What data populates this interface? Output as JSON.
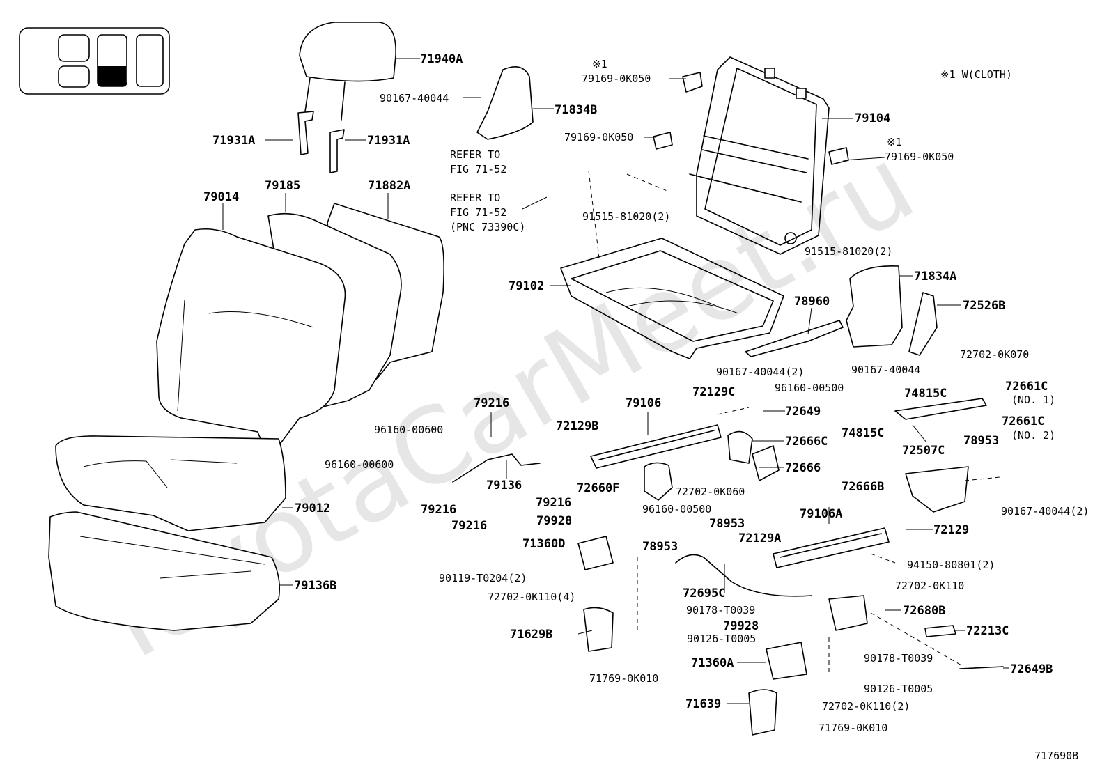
{
  "diagram": {
    "figure_code": "717690B",
    "footnote": "※1 W(CLOTH)",
    "watermark": "ToyotaCarMeet.ru",
    "labels": [
      {
        "text": "71940A"
      },
      {
        "text": "90167-40044"
      },
      {
        "text": "71834B"
      },
      {
        "text": "71931A"
      },
      {
        "text": "71931A"
      },
      {
        "text": "REFER TO"
      },
      {
        "text": "FIG 71-52"
      },
      {
        "text": "REFER TO"
      },
      {
        "text": "FIG 71-52"
      },
      {
        "text": "(PNC 73390C)"
      },
      {
        "text": "79014"
      },
      {
        "text": "79185"
      },
      {
        "text": "71882A"
      },
      {
        "text": "※1"
      },
      {
        "text": "79169-0K050"
      },
      {
        "text": "79169-0K050"
      },
      {
        "text": "79104"
      },
      {
        "text": "※1"
      },
      {
        "text": "79169-0K050"
      },
      {
        "text": "91515-81020(2)"
      },
      {
        "text": "91515-81020(2)"
      },
      {
        "text": "79102"
      },
      {
        "text": "78960"
      },
      {
        "text": "71834A"
      },
      {
        "text": "72526B"
      },
      {
        "text": "72702-0K070"
      },
      {
        "text": "90167-40044"
      },
      {
        "text": "90167-40044(2)"
      },
      {
        "text": "96160-00500"
      },
      {
        "text": "74815C"
      },
      {
        "text": "72661C"
      },
      {
        "text": "(NO. 1)"
      },
      {
        "text": "79216"
      },
      {
        "text": "79106"
      },
      {
        "text": "72129C"
      },
      {
        "text": "72649"
      },
      {
        "text": "96160-00600"
      },
      {
        "text": "72129B"
      },
      {
        "text": "74815C"
      },
      {
        "text": "72661C"
      },
      {
        "text": "(NO. 2)"
      },
      {
        "text": "72507C"
      },
      {
        "text": "78953"
      },
      {
        "text": "72666C"
      },
      {
        "text": "72666"
      },
      {
        "text": "96160-00600"
      },
      {
        "text": "79136"
      },
      {
        "text": "72660F"
      },
      {
        "text": "72702-0K060"
      },
      {
        "text": "72666B"
      },
      {
        "text": "90167-40044(2)"
      },
      {
        "text": "79216"
      },
      {
        "text": "79216"
      },
      {
        "text": "79216"
      },
      {
        "text": "79012"
      },
      {
        "text": "96160-00500"
      },
      {
        "text": "79928"
      },
      {
        "text": "78953"
      },
      {
        "text": "79106A"
      },
      {
        "text": "72129"
      },
      {
        "text": "71360D"
      },
      {
        "text": "78953"
      },
      {
        "text": "72129A"
      },
      {
        "text": "94150-80801(2)"
      },
      {
        "text": "90119-T0204(2)"
      },
      {
        "text": "72702-0K110"
      },
      {
        "text": "79136B"
      },
      {
        "text": "72702-0K110(4)"
      },
      {
        "text": "72695C"
      },
      {
        "text": "90178-T0039"
      },
      {
        "text": "72680B"
      },
      {
        "text": "79928"
      },
      {
        "text": "71629B"
      },
      {
        "text": "90126-T0005"
      },
      {
        "text": "72213C"
      },
      {
        "text": "71360A"
      },
      {
        "text": "90178-T0039"
      },
      {
        "text": "72649B"
      },
      {
        "text": "71769-0K010"
      },
      {
        "text": "90126-T0005"
      },
      {
        "text": "71639"
      },
      {
        "text": "72702-0K110(2)"
      },
      {
        "text": "71769-0K010"
      }
    ]
  }
}
